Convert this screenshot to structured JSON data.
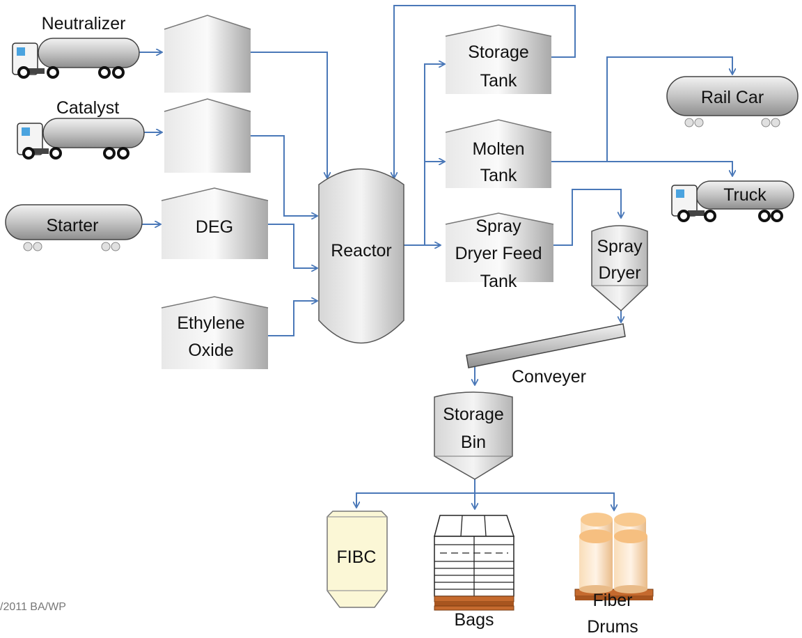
{
  "diagram": {
    "labels": {
      "neutralizer": "Neutralizer",
      "catalyst": "Catalyst",
      "starter": "Starter",
      "deg": "DEG",
      "ethylene_oxide_1": "Ethylene",
      "ethylene_oxide_2": "Oxide",
      "reactor": "Reactor",
      "storage_tank_1": "Storage",
      "storage_tank_2": "Tank",
      "molten_tank_1": "Molten",
      "molten_tank_2": "Tank",
      "spray_feed_1": "Spray",
      "spray_feed_2": "Dryer Feed",
      "spray_feed_3": "Tank",
      "spray_dryer_1": "Spray",
      "spray_dryer_2": "Dryer",
      "rail_car": "Rail Car",
      "truck": "Truck",
      "conveyer": "Conveyer",
      "storage_bin_1": "Storage",
      "storage_bin_2": "Bin",
      "fibc": "FIBC",
      "bags": "Bags",
      "fiber_drums_1": "Fiber",
      "fiber_drums_2": "Drums"
    },
    "footer": "/2011 BA/WP",
    "colors": {
      "flow_line": "#4a78b8",
      "vessel_gray": "#c9c9c9",
      "fibc_fill": "#fbf7d6",
      "pallet": "#b4622c",
      "drum": "#f6d2a8"
    }
  }
}
